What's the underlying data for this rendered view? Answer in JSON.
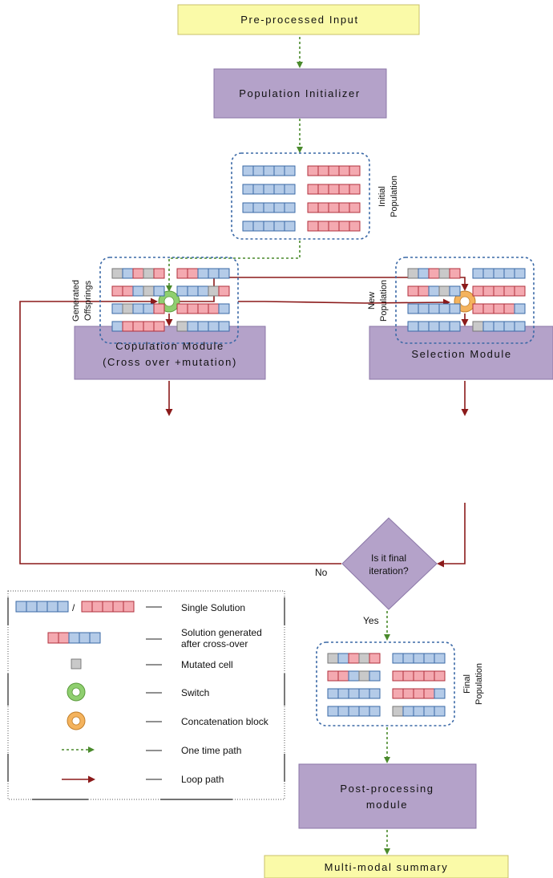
{
  "nodes": {
    "input": "Pre-processed Input",
    "initializer": "Population Initializer",
    "copulation_line1": "Copulation Module",
    "copulation_line2": "(Cross over +mutation)",
    "selection": "Selection Module",
    "decision_line1": "Is it final",
    "decision_line2": "iteration?",
    "postprocess_line1": "Post-processing",
    "postprocess_line2": "module",
    "output": "Multi-modal summary"
  },
  "labels": {
    "initial_line1": "Initial",
    "initial_line2": "Population",
    "generated_line1": "Generated",
    "generated_line2": "Offsprings",
    "new_line1": "New",
    "new_line2": "Population",
    "final_line1": "Final",
    "final_line2": "Population",
    "no": "No",
    "yes": "Yes"
  },
  "legend": {
    "separator": "/",
    "single_solution": "Single Solution",
    "crossover_line1": "Solution generated",
    "crossover_line2": "after cross-over",
    "mutated_cell": "Mutated cell",
    "switch": "Switch",
    "concatenation": "Concatenation block",
    "one_time_path": "One time path",
    "loop_path": "Loop path"
  },
  "colors": {
    "blue_cell": "#b4cbe8",
    "red_cell": "#f4a9b0",
    "gray_cell": "#c9c9c9",
    "module_fill": "#b4a2c9",
    "io_fill": "#fafaa8",
    "dashed_border": "#3a68a6",
    "one_time_path": "#4a8a2c",
    "loop_path": "#8b1a1a",
    "switch_ring": "#8fcf6f",
    "concat_ring": "#f4b35d"
  },
  "populations": {
    "initial": [
      [
        "b",
        "b",
        "b",
        "b",
        "b"
      ],
      [
        "r",
        "r",
        "r",
        "r",
        "r"
      ],
      [
        "b",
        "b",
        "b",
        "b",
        "b"
      ],
      [
        "r",
        "r",
        "r",
        "r",
        "r"
      ],
      [
        "b",
        "b",
        "b",
        "b",
        "b"
      ],
      [
        "r",
        "r",
        "r",
        "r",
        "r"
      ],
      [
        "b",
        "b",
        "b",
        "b",
        "b"
      ],
      [
        "r",
        "r",
        "r",
        "r",
        "r"
      ]
    ],
    "generated": [
      [
        "g",
        "b",
        "r",
        "g",
        "r"
      ],
      [
        "r",
        "r",
        "b",
        "b",
        "b"
      ],
      [
        "r",
        "r",
        "b",
        "g",
        "b"
      ],
      [
        "b",
        "b",
        "b",
        "g",
        "r"
      ],
      [
        "b",
        "g",
        "b",
        "b",
        "r"
      ],
      [
        "r",
        "r",
        "r",
        "r",
        "b"
      ],
      [
        "b",
        "r",
        "r",
        "r",
        "r"
      ],
      [
        "g",
        "b",
        "b",
        "b",
        "b"
      ]
    ],
    "new": [
      [
        "g",
        "b",
        "r",
        "g",
        "r"
      ],
      [
        "b",
        "b",
        "b",
        "b",
        "b"
      ],
      [
        "r",
        "r",
        "b",
        "g",
        "b"
      ],
      [
        "r",
        "r",
        "r",
        "r",
        "r"
      ],
      [
        "b",
        "b",
        "b",
        "b",
        "b"
      ],
      [
        "r",
        "r",
        "r",
        "r",
        "b"
      ],
      [
        "b",
        "b",
        "b",
        "b",
        "b"
      ],
      [
        "g",
        "b",
        "b",
        "b",
        "b"
      ]
    ],
    "final": [
      [
        "g",
        "b",
        "r",
        "g",
        "r"
      ],
      [
        "b",
        "b",
        "b",
        "b",
        "b"
      ],
      [
        "r",
        "r",
        "b",
        "g",
        "b"
      ],
      [
        "r",
        "r",
        "r",
        "r",
        "r"
      ],
      [
        "b",
        "b",
        "b",
        "b",
        "b"
      ],
      [
        "r",
        "r",
        "r",
        "r",
        "b"
      ],
      [
        "b",
        "b",
        "b",
        "b",
        "b"
      ],
      [
        "g",
        "b",
        "b",
        "b",
        "b"
      ]
    ]
  }
}
